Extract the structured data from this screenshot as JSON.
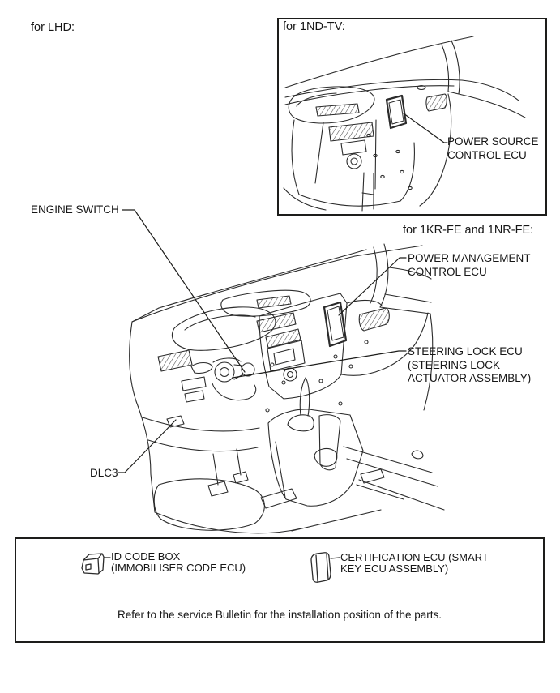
{
  "document": {
    "lhd_label": "for LHD:",
    "inset": {
      "title": "for 1ND-TV:",
      "power_source_line1": "POWER SOURCE",
      "power_source_line2": "CONTROL ECU"
    },
    "main": {
      "engines_label": "for 1KR-FE and 1NR-FE:",
      "engine_switch_label": "ENGINE SWITCH",
      "power_management_line1": "POWER MANAGEMENT",
      "power_management_line2": "CONTROL ECU",
      "steering_lock_line1": "STEERING LOCK ECU",
      "steering_lock_line2": "(STEERING LOCK",
      "steering_lock_line3": "ACTUATOR ASSEMBLY)",
      "dlc3_label": "DLC3"
    },
    "legend": {
      "id_code_line1": "ID CODE BOX",
      "id_code_line2": "(IMMOBILISER CODE ECU)",
      "certification_line1": "CERTIFICATION ECU (SMART",
      "certification_line2": "KEY ECU ASSEMBLY)",
      "note": "Refer to the service Bulletin for the installation position of the parts."
    },
    "icons": {
      "id_code_box": "small-3d-ecu-box",
      "certification_ecu": "tall-3d-ecu-box"
    },
    "colors": {
      "line": "#2b2b2b",
      "text": "#161616",
      "background": "#ffffff"
    }
  }
}
